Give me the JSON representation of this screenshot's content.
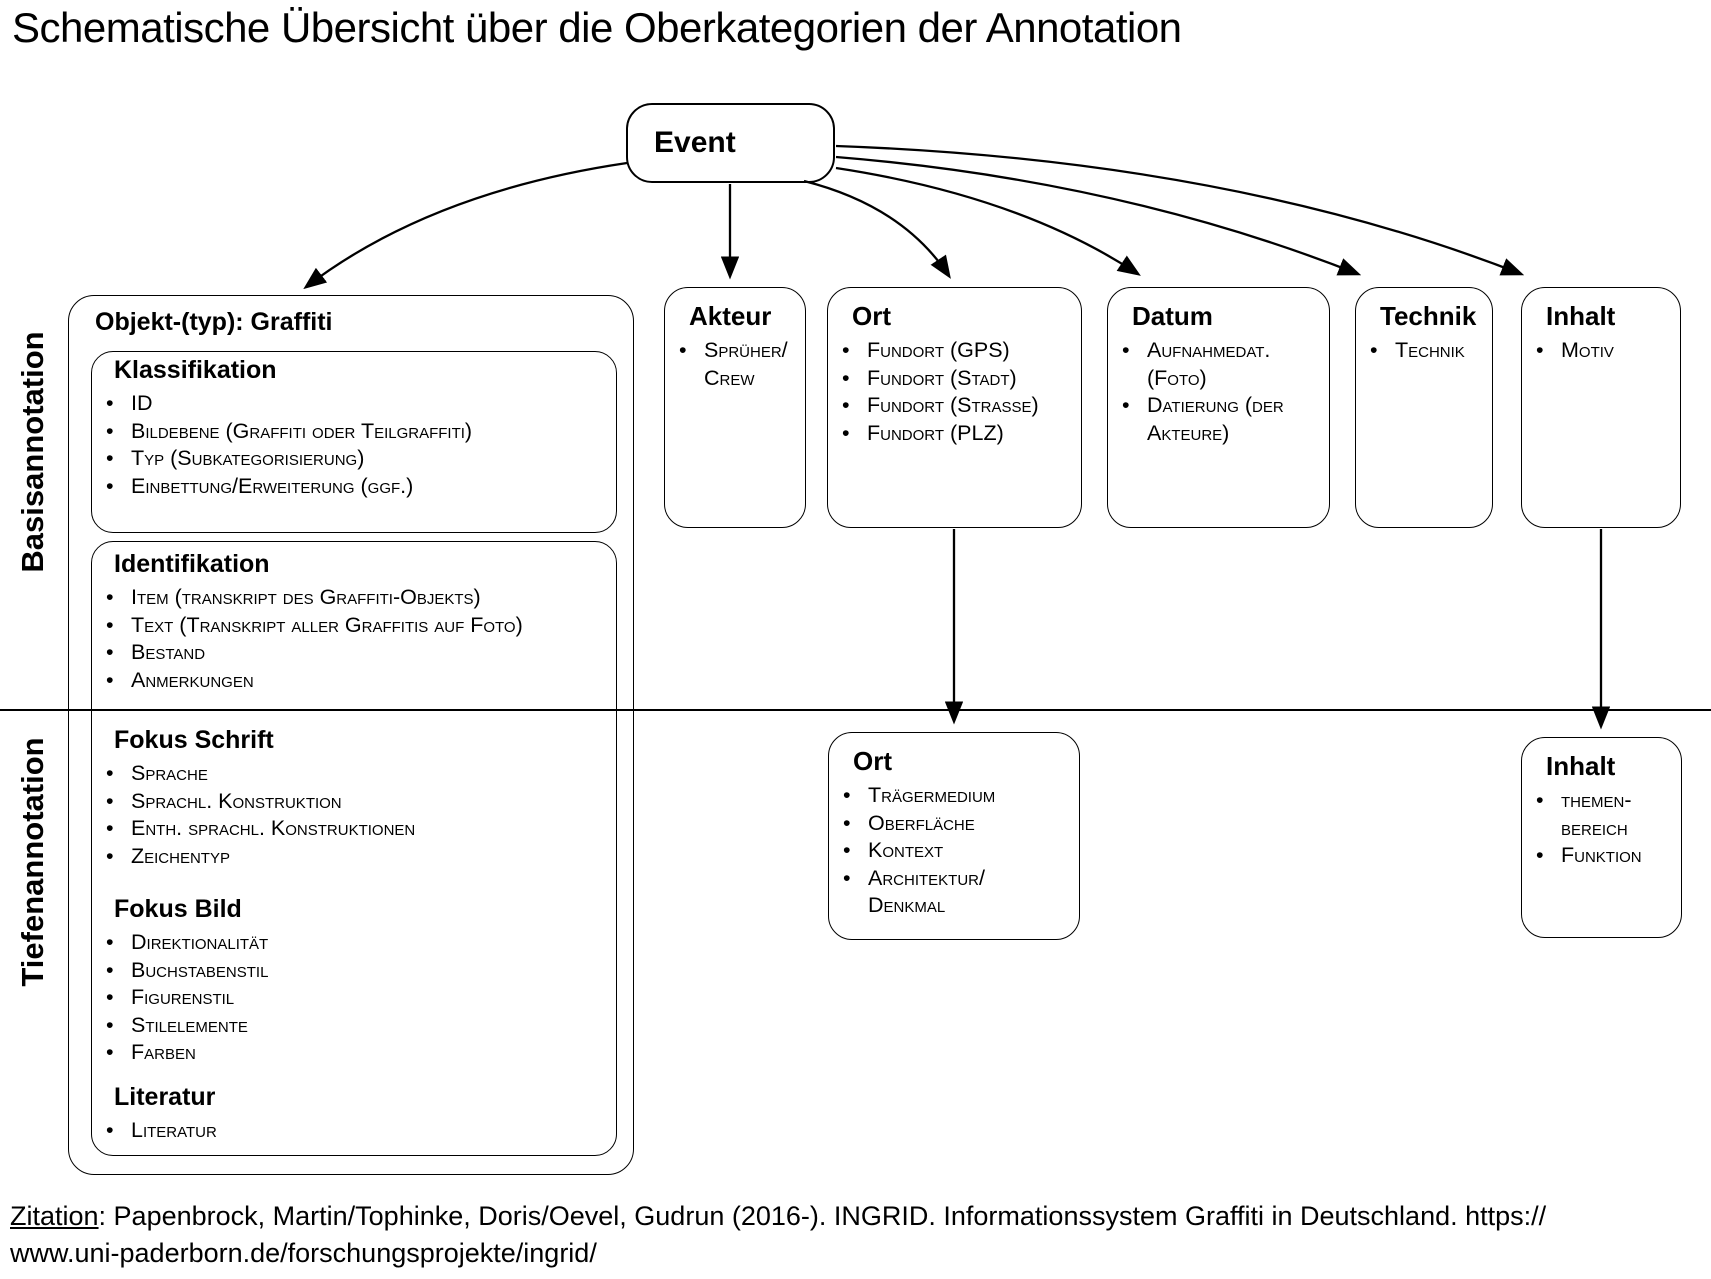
{
  "title": "Schematische Übersicht über die Oberkategorien der Annotation",
  "colors": {
    "ink": "#000000",
    "background": "#ffffff"
  },
  "event": {
    "label": "Event"
  },
  "side_labels": {
    "basis": "Basisannotation",
    "tiefen": "Tiefenannotation"
  },
  "objekt": {
    "title": "Objekt-(typ): Graffiti",
    "klassifikation": {
      "title": "Klassifikation",
      "items": [
        "ID",
        "Bildebene (Graffiti oder Teilgraffiti)",
        "Typ (Subkategorisierung)",
        "Einbettung/Erweiterung (ggf.)"
      ]
    },
    "identifikation": {
      "title": "Identifikation",
      "items": [
        "Item (transkript des Graffiti-Objekts)",
        "Text (Transkript aller Graffitis auf Foto)",
        "Bestand",
        "Anmerkungen"
      ]
    },
    "fokus_schrift": {
      "title": "Fokus Schrift",
      "items": [
        "Sprache",
        "Sprachl. Konstruktion",
        "Enth. sprachl. Konstruktionen",
        "Zeichentyp"
      ]
    },
    "fokus_bild": {
      "title": "Fokus Bild",
      "items": [
        "Direktionalität",
        "Buchstabenstil",
        "Figurenstil",
        "Stilelemente",
        "Farben"
      ]
    },
    "literatur": {
      "title": "Literatur",
      "items": [
        "Literatur"
      ]
    }
  },
  "akteur": {
    "title": "Akteur",
    "items": [
      "Sprüher/\nCrew"
    ]
  },
  "ort": {
    "title": "Ort",
    "items": [
      "Fundort (GPS)",
      "Fundort (Stadt)",
      "Fundort (Straße)",
      "Fundort (PLZ)"
    ]
  },
  "datum": {
    "title": "Datum",
    "items": [
      "Aufnahmedat. (Foto)",
      "Datierung (der Akteure)"
    ]
  },
  "technik": {
    "title": "Technik",
    "items": [
      "Technik"
    ]
  },
  "inhalt": {
    "title": "Inhalt",
    "items": [
      "Motiv"
    ]
  },
  "ort_tiefe": {
    "title": "Ort",
    "items": [
      "Trägermedium",
      "Oberfläche",
      "Kontext",
      "Architektur/\nDenkmal"
    ]
  },
  "inhalt_tiefe": {
    "title": "Inhalt",
    "items": [
      "themen-\nbereich",
      "Funktion"
    ]
  },
  "citation": {
    "label": "Zitation",
    "text": ": Papenbrock, Martin/Tophinke, Doris/Oevel, Gudrun (2016-). INGRID. Informationssystem Graffiti in Deutschland. https://\nwww.uni-paderborn.de/forschungsprojekte/ingrid/"
  }
}
